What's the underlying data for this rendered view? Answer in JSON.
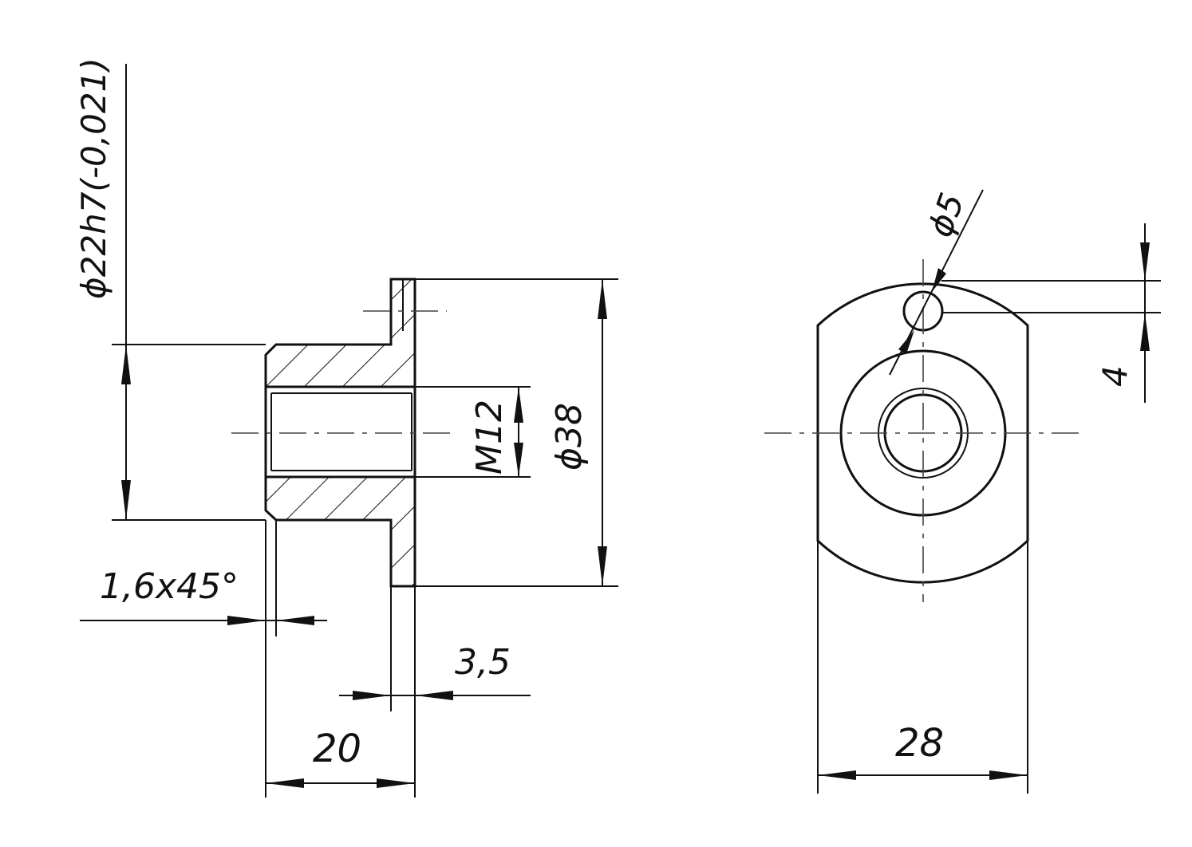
{
  "dimensions": {
    "outer_diameter": "ϕ22h7(-0,021)",
    "thread": "M12",
    "flange_diameter": "ϕ38",
    "chamfer": "1,6x45°",
    "flange_width": "3,5",
    "length": "20",
    "hole_diameter": "ϕ5",
    "hole_offset": "4",
    "width": "28"
  },
  "colors": {
    "line": "#111111",
    "background": "#ffffff"
  }
}
